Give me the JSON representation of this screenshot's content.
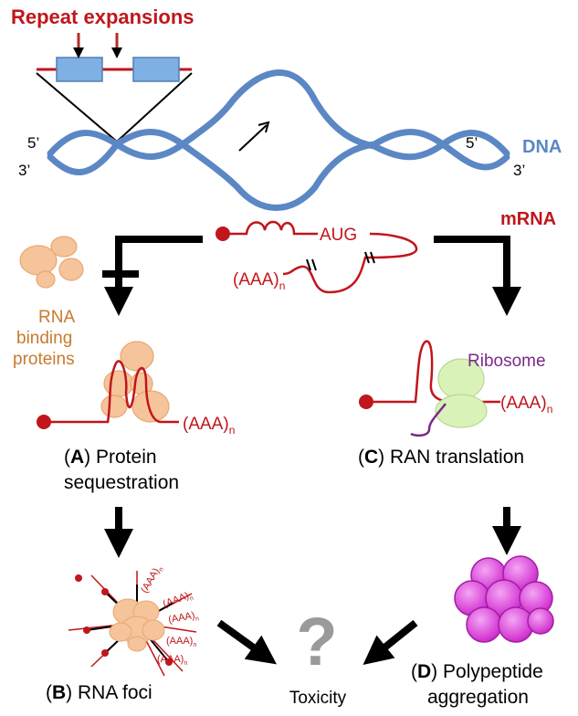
{
  "header": {
    "title": "Repeat expansions"
  },
  "dna": {
    "label": "DNA",
    "left_top": "5’",
    "left_bottom": "3’",
    "right_top": "5’",
    "right_bottom": "3’"
  },
  "mrna": {
    "label": "mRNA",
    "start_codon": "AUG",
    "polya": "(AAA)",
    "polya_sub": "n"
  },
  "left_branch": {
    "rbp_line1": "RNA",
    "rbp_line2": "binding",
    "rbp_line3": "proteins",
    "polya": "(AAA)",
    "polya_sub": "n",
    "caption_letter": "A",
    "caption_rest": " Protein",
    "caption_line2": "sequestration"
  },
  "right_branch": {
    "ribosome": "Ribosome",
    "polya": "(AAA)",
    "polya_sub": "n",
    "caption_letter": "C",
    "caption_rest": " RAN translation"
  },
  "foci": {
    "caption_letter": "B",
    "caption_rest": " RNA foci",
    "tag": "(AAA)",
    "tag_sub": "n"
  },
  "aggregation": {
    "caption_letter": "D",
    "caption_rest": " Polypeptide",
    "caption_line2": "aggregation"
  },
  "center": {
    "symbol": "?",
    "label": "Toxicity"
  },
  "colors": {
    "dna": "#5b87c5",
    "red": "#c0161c",
    "protein": "#f6c49a",
    "protein_text": "#c77a2e",
    "ribosome": "#d9f2b8",
    "ribosome_text": "#7b2a8a",
    "aggregate": "#dd44dd"
  }
}
